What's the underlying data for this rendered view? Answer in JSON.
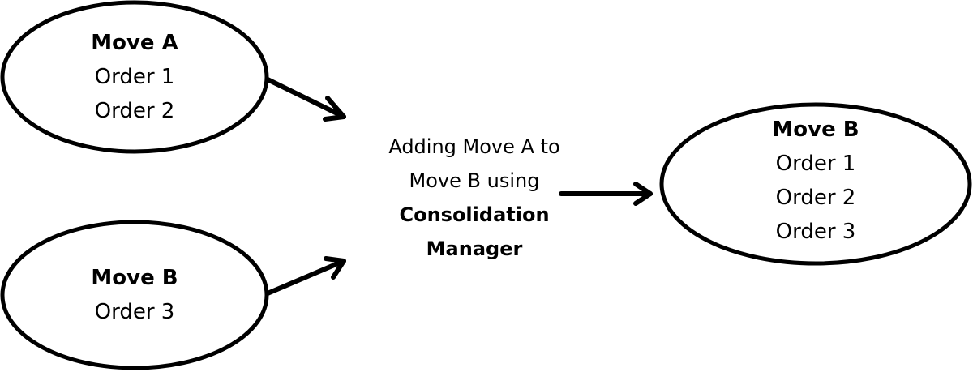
{
  "nodes": {
    "move_a": {
      "title": "Move A",
      "lines": [
        "Order 1",
        "Order 2"
      ]
    },
    "move_b_left": {
      "title": "Move B",
      "lines": [
        "Order 3"
      ]
    },
    "move_b_result": {
      "title": "Move B",
      "lines": [
        "Order 1",
        "Order 2",
        "Order 3"
      ]
    }
  },
  "process": {
    "line1": "Adding Move A to",
    "line2": "Move B using",
    "line3": "Consolidation",
    "line4": "Manager"
  },
  "colors": {
    "stroke": "#000000",
    "background": "#ffffff"
  }
}
